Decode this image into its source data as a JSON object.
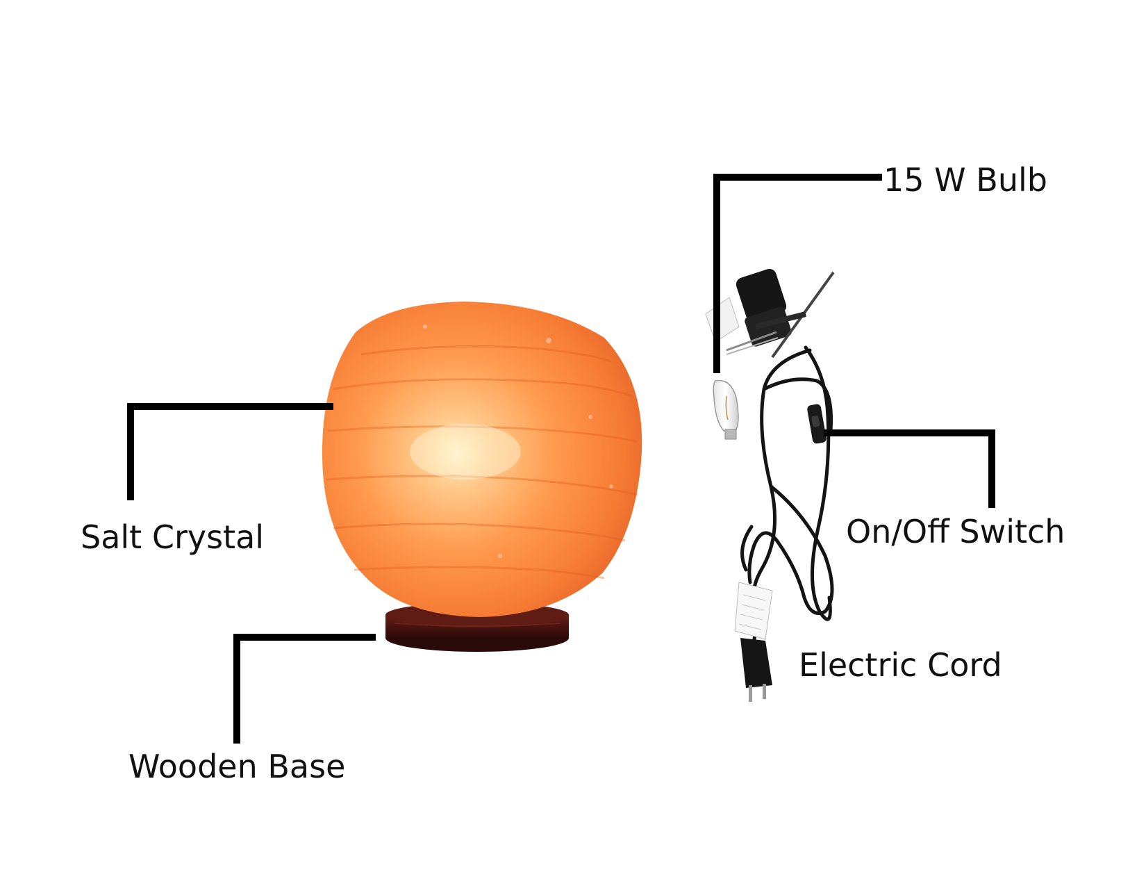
{
  "labels": {
    "bulb": "15 W Bulb",
    "salt_crystal": "Salt Crystal",
    "switch": "On/Off Switch",
    "cord": "Electric Cord",
    "base": "Wooden Base"
  },
  "colors": {
    "leader_line": "#000000",
    "salt_light": "#ffd9a0",
    "salt_mid": "#ff9a4a",
    "salt_dark": "#f26a1e",
    "wood": "#4a1410",
    "cord": "#141414"
  },
  "icons": {
    "lamp": "salt-lamp-sphere",
    "bulb": "small-bulb",
    "socket": "bulb-socket",
    "switch": "inline-switch",
    "plug": "two-prong-plug"
  }
}
